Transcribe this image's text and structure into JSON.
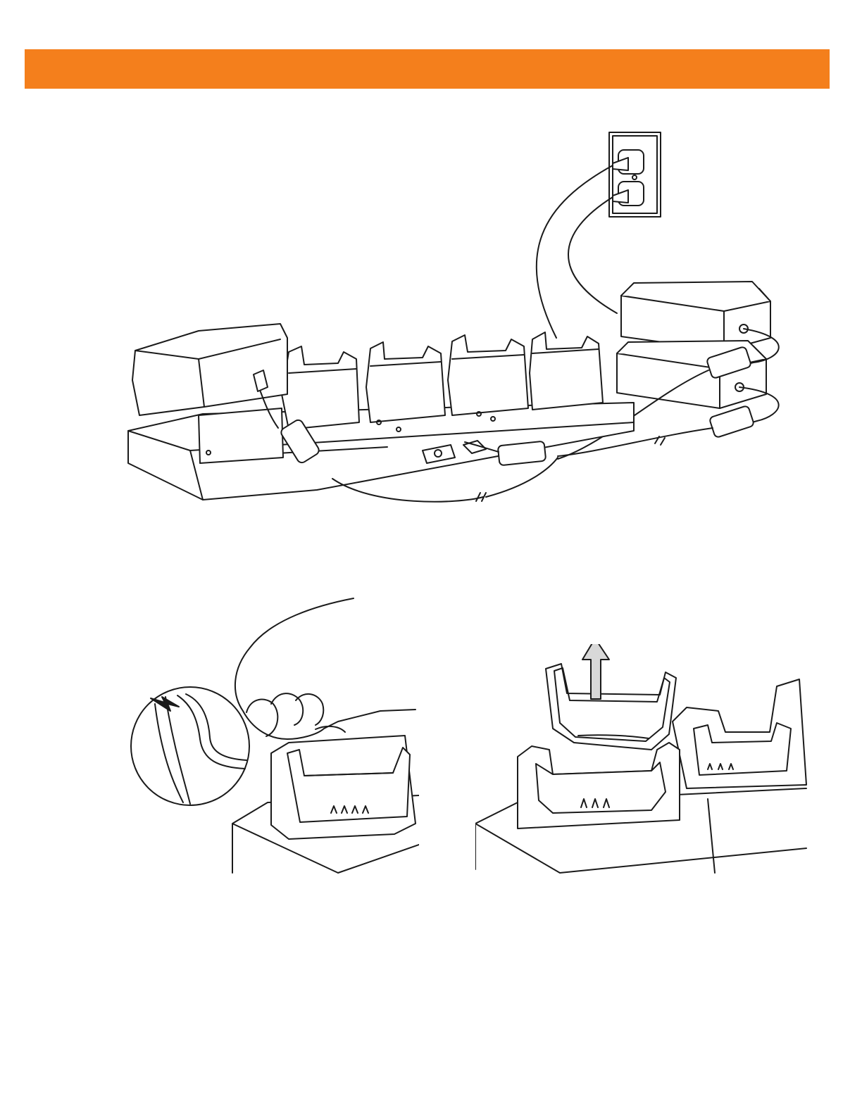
{
  "header": {
    "bar_color": "#F47F1C"
  },
  "figures": [
    {
      "id": "cradle-power-connection",
      "icons": [
        "wall-outlet-icon",
        "power-supply-icon",
        "ferrite-cable-icon",
        "multi-slot-cradle-icon"
      ]
    },
    {
      "id": "cup-release",
      "icons": [
        "hand-icon",
        "magnified-latch-icon",
        "release-arrow-icon"
      ]
    },
    {
      "id": "cup-removal",
      "icons": [
        "lift-arrow-icon",
        "charging-cup-icon"
      ]
    }
  ],
  "colors": {
    "line": "#1a1a1a",
    "fill": "#ffffff",
    "arrow": "#d8d8d8"
  }
}
